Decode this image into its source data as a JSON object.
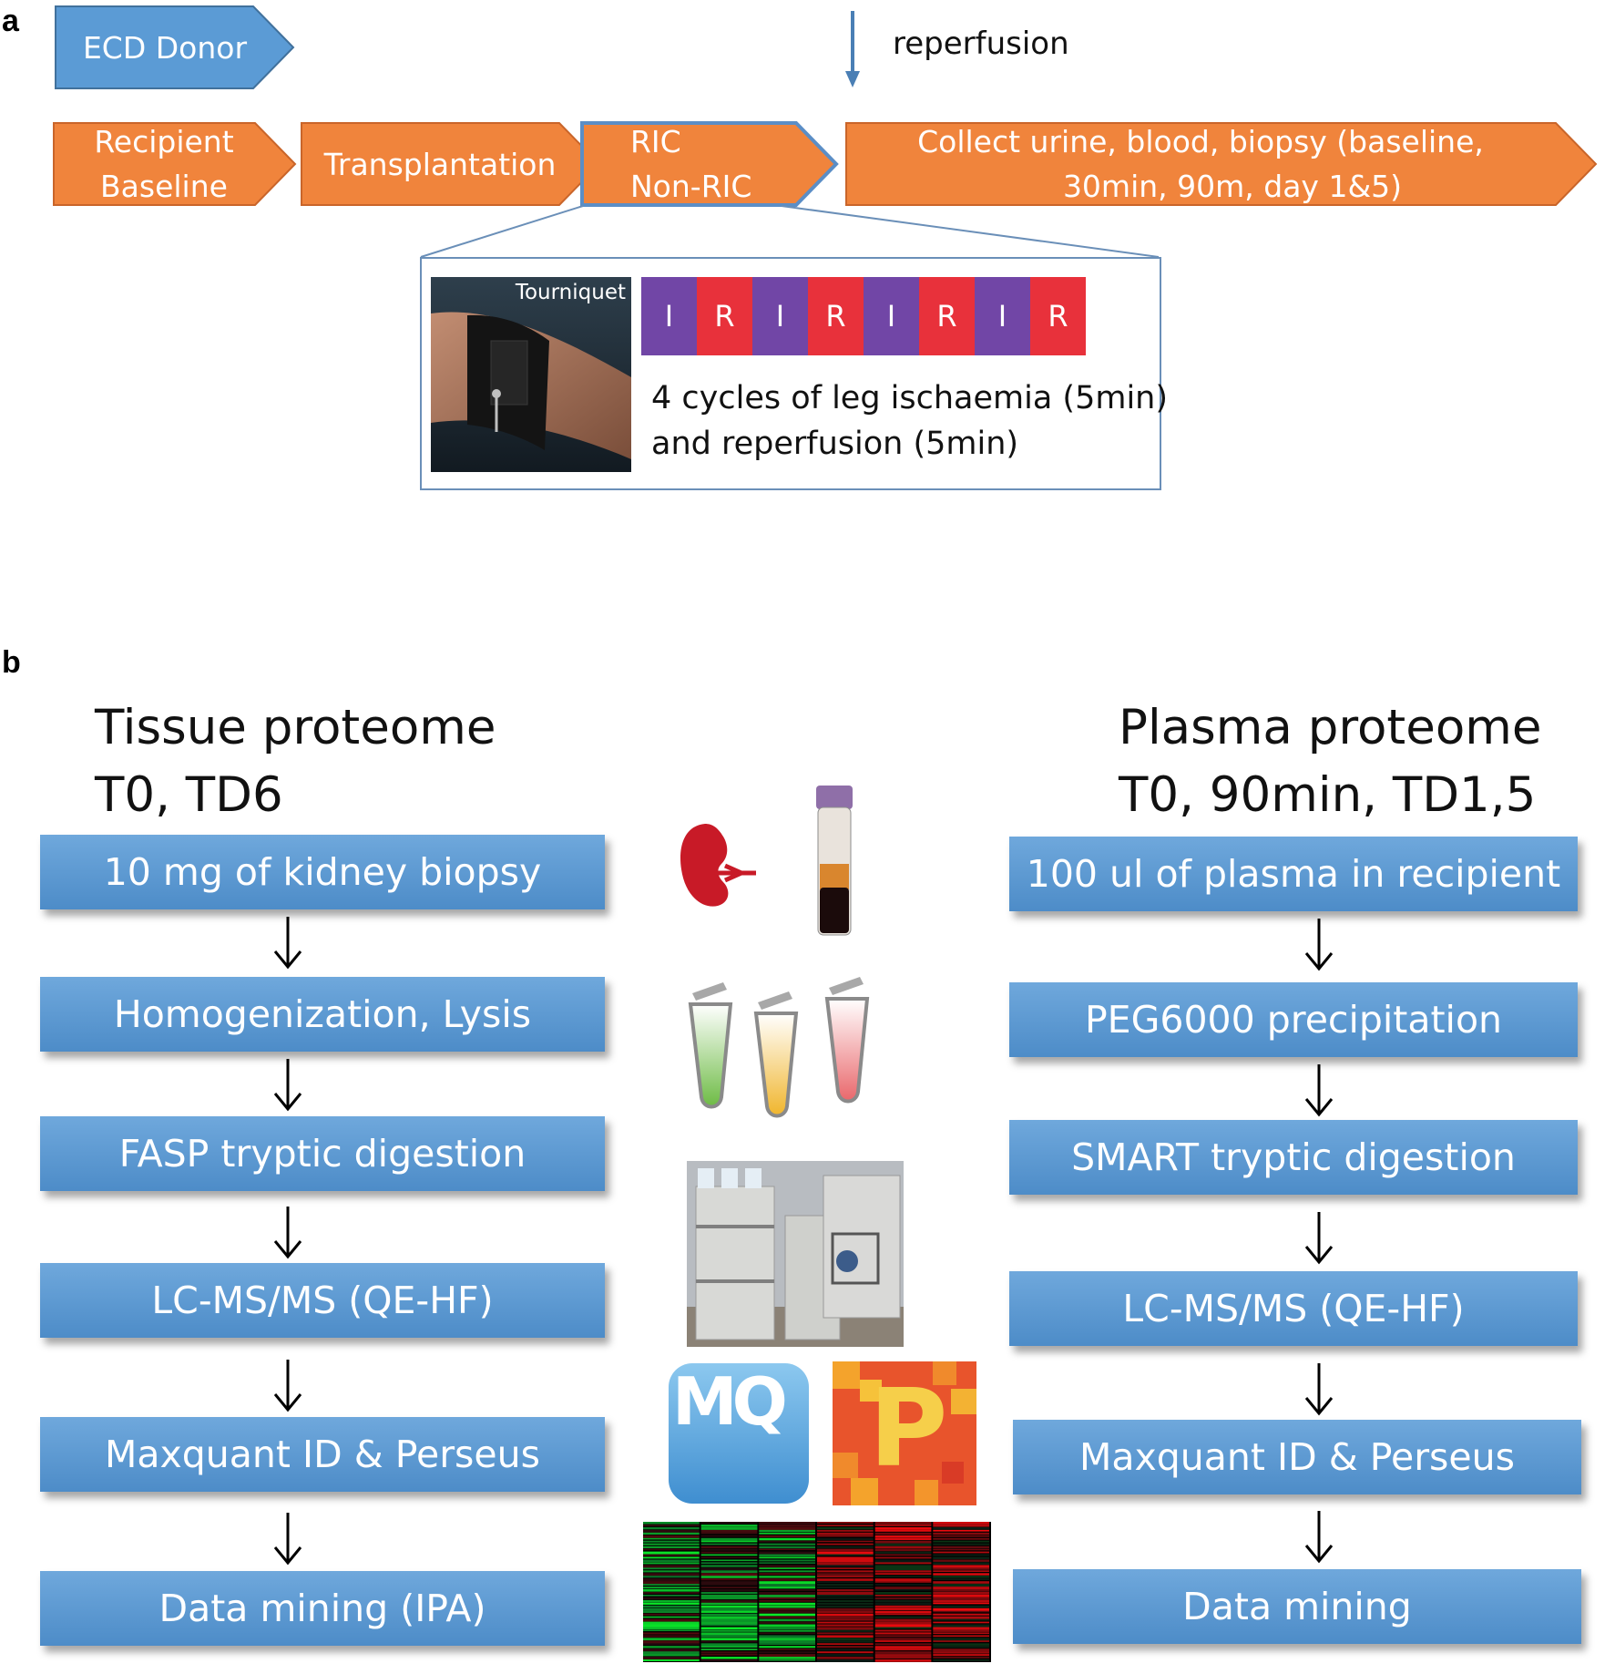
{
  "panel_a": {
    "label": "a",
    "donor": "ECD Donor",
    "reperfusion": "reperfusion",
    "chevrons": [
      {
        "lines": [
          "Recipient",
          "Baseline"
        ]
      },
      {
        "lines": [
          "Transplantation"
        ]
      },
      {
        "lines": [
          "RIC",
          "Non-RIC"
        ]
      },
      {
        "lines": [
          "Collect  urine, blood, biopsy (baseline,",
          "30min, 90m, day 1&5)"
        ]
      }
    ],
    "tourniquet_caption": "Tourniquet",
    "cycle_cells": [
      "I",
      "R",
      "I",
      "R",
      "I",
      "R",
      "I",
      "R"
    ],
    "cycles_line1": "4 cycles of leg ischaemia (5min)",
    "cycles_line2": "and reperfusion (5min)"
  },
  "panel_b": {
    "label": "b",
    "tissue": {
      "title_line1": "Tissue proteome",
      "title_line2": "T0, TD6",
      "steps": [
        "10 mg of kidney biopsy",
        "Homogenization, Lysis",
        "FASP tryptic digestion",
        "LC-MS/MS (QE-HF)",
        "Maxquant ID & Perseus",
        "Data mining (IPA)"
      ]
    },
    "plasma": {
      "title_line1": "Plasma proteome",
      "title_line2": "T0, 90min, TD1,5",
      "steps": [
        "100 ul of  plasma in recipient",
        "PEG6000 precipitation",
        "SMART tryptic digestion",
        "LC-MS/MS (QE-HF)",
        "Maxquant ID & Perseus",
        "Data mining"
      ]
    },
    "logos": {
      "maxquant": "MQ",
      "perseus": "P"
    }
  },
  "colors": {
    "orange": "#f0843c",
    "orange_border": "#c9652a",
    "blue": "#5b9bd5",
    "blue_border": "#41719c",
    "ischaemia": "#7146a6",
    "reperfusion": "#e8313b"
  },
  "icons": [
    "kidney-icon",
    "blood-tube-icon",
    "microtube-icon",
    "instrument-photo",
    "heatmap-image"
  ]
}
